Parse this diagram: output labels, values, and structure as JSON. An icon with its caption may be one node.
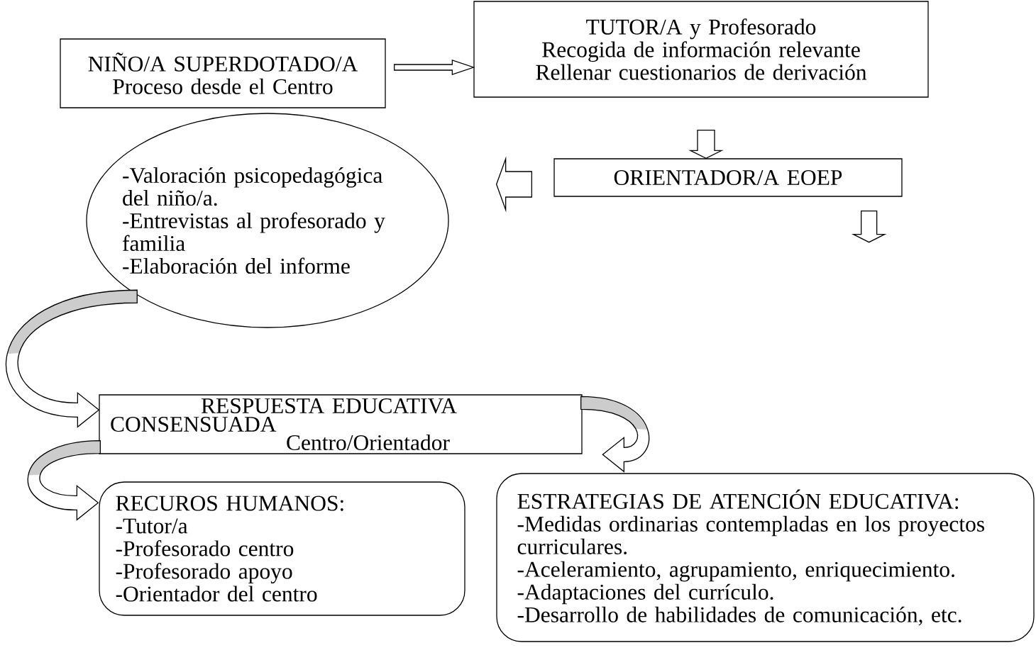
{
  "diagram": {
    "nodes": [
      {
        "text": [
          "NIÑO/A SUPERDOTADO/A",
          "Proceso desde el Centro"
        ]
      },
      {
        "text": [
          "TUTOR/A y Profesorado",
          "Recogida de información relevante",
          "Rellenar cuestionarios de derivación"
        ]
      },
      {
        "text": [
          "ORIENTADOR/A EOEP"
        ]
      },
      {
        "text": [
          "-Valoración psicopedagógica del niño/a.",
          "-Entrevistas al profesorado y familia",
          "-Elaboración del informe"
        ]
      },
      {
        "text": [
          "RESPUESTA EDUCATIVA CONSENSUADA",
          "Centro/Orientador"
        ]
      },
      {
        "text": [
          "RECUROS HUMANOS:",
          "-Tutor/a",
          "-Profesorado centro",
          "-Profesorado apoyo",
          "-Orientador del centro"
        ]
      },
      {
        "text": [
          "ESTRATEGIAS DE ATENCIÓN EDUCATIVA:",
          "-Medidas ordinarias contempladas en los proyectos curriculares.",
          "-Aceleramiento, agrupamiento, enriquecimiento.",
          "-Adaptaciones del currículo.",
          "-Desarrollo de habilidades de comunicación, etc."
        ]
      }
    ],
    "edges": [
      {
        "from": 0,
        "to": 1,
        "arrow": "to"
      },
      {
        "from": 1,
        "to": 2,
        "arrow": "to"
      },
      {
        "from": 2,
        "to": 3,
        "arrow": "to"
      },
      {
        "from": 2,
        "to": null,
        "arrow": "to"
      },
      {
        "from": 3,
        "to": 4,
        "arrow": "to"
      },
      {
        "from": 4,
        "to": 6,
        "arrow": "to"
      },
      {
        "from": 4,
        "to": 5,
        "arrow": "to"
      }
    ]
  }
}
